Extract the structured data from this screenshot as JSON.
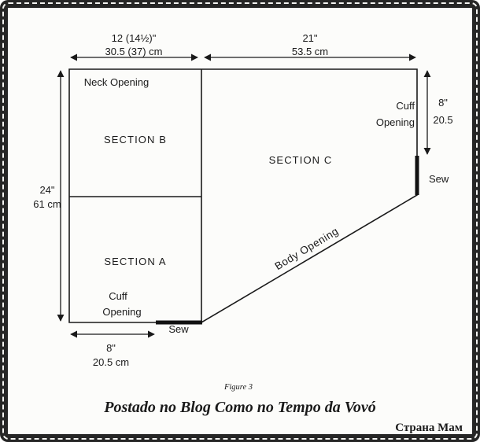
{
  "diagram": {
    "measurements": {
      "top_left_in": "12 (14½)\"",
      "top_left_cm": "30.5 (37) cm",
      "top_right_in": "21\"",
      "top_right_cm": "53.5 cm",
      "left_in": "24\"",
      "left_cm": "61 cm",
      "right_in": "8\"",
      "right_cm": "20.5",
      "bottom_in": "8\"",
      "bottom_cm": "20.5 cm"
    },
    "labels": {
      "neck_opening": "Neck Opening",
      "section_b": "SECTION B",
      "section_c": "SECTION C",
      "section_a": "SECTION A",
      "cuff_right_1": "Cuff",
      "cuff_right_2": "Opening",
      "cuff_bottom_1": "Cuff",
      "cuff_bottom_2": "Opening",
      "sew_right": "Sew",
      "sew_bottom": "Sew",
      "body_opening": "Body Opening"
    }
  },
  "caption": {
    "figure": "Figure 3",
    "blog_credit": "Postado no Blog Como no Tempo da Vovó"
  },
  "watermark": {
    "text": "Страна Мам",
    "color": "#ee4586"
  },
  "colors": {
    "line": "#1a1a1a",
    "background": "#fcfcfa",
    "frame": "#262626",
    "caption": "#3c3c3c"
  }
}
